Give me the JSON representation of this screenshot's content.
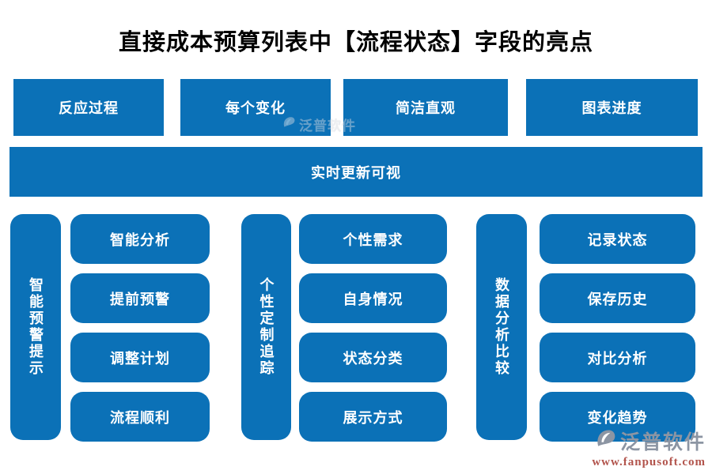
{
  "title": "直接成本预算列表中【流程状态】字段的亮点",
  "colors": {
    "primary_blue": "#0b71b7",
    "box_text": "#ffffff",
    "title_text": "#000000",
    "logo_gray": "#8c95a3",
    "logo_url_red": "#b2544c",
    "background": "#ffffff"
  },
  "top_row": [
    "反应过程",
    "每个变化",
    "简洁直观",
    "图表进度"
  ],
  "banner": "实时更新可视",
  "groups": [
    {
      "header": "智能预警提示",
      "items": [
        "智能分析",
        "提前预警",
        "调整计划",
        "流程顺利"
      ]
    },
    {
      "header": "个性定制追踪",
      "items": [
        "个性需求",
        "自身情况",
        "状态分类",
        "展示方式"
      ]
    },
    {
      "header": "数据分析比较",
      "items": [
        "记录状态",
        "保存历史",
        "对比分析",
        "变化趋势"
      ]
    }
  ],
  "watermark": {
    "brand": "泛普软件"
  },
  "logo": {
    "brand": "泛普软件",
    "url": "www.fanpusoft.com"
  }
}
